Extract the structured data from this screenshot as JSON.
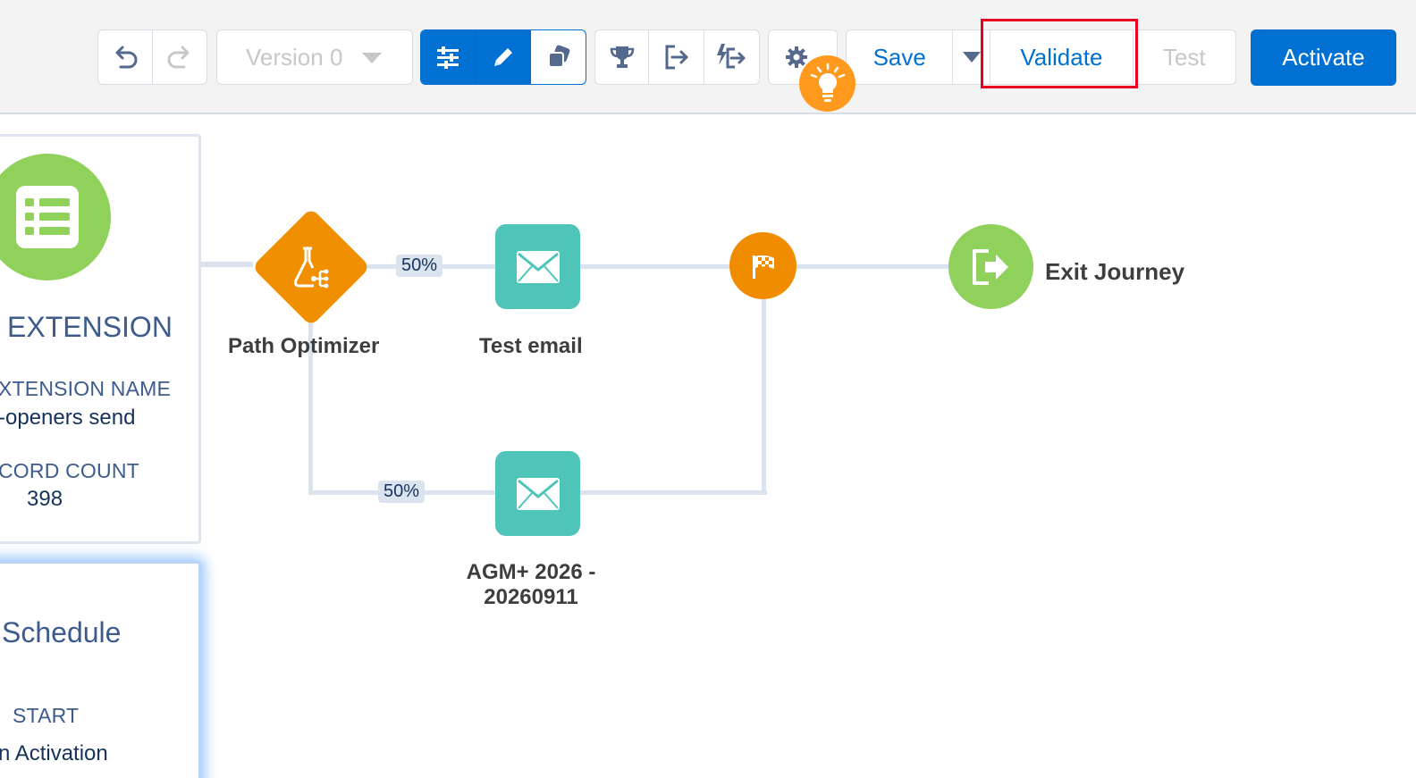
{
  "toolbar": {
    "version_label": "Version 0",
    "save_label": "Save",
    "validate_label": "Validate",
    "test_label": "Test",
    "activate_label": "Activate",
    "icons": [
      "undo-icon",
      "redo-icon",
      "chevron-down-icon",
      "settings-layout-icon",
      "edit-icon",
      "copy-icon",
      "trophy-icon",
      "exit-criteria-icon",
      "event-exit-icon",
      "gear-icon",
      "lightbulb-icon"
    ]
  },
  "entry_card": {
    "title": "EXTENSION",
    "name_key": "XTENSION NAME",
    "name_value": "-openers send",
    "count_key": "CORD COUNT",
    "count_value": "398"
  },
  "schedule_card": {
    "title": "Schedule",
    "start_key": "START",
    "start_value": "n Activation"
  },
  "nodes": {
    "path_optimizer": "Path Optimizer",
    "split_top_pct": "50%",
    "split_bottom_pct": "50%",
    "email_top": "Test email",
    "email_bottom_line1": "AGM+ 2026 -",
    "email_bottom_line2": "20260911",
    "exit": "Exit Journey"
  },
  "colors": {
    "primary": "#0070d2",
    "highlight": "#ea001e",
    "green": "#8fd15a",
    "teal": "#4fc4b8",
    "orange": "#f09000",
    "bulb": "#ff9a1e"
  }
}
